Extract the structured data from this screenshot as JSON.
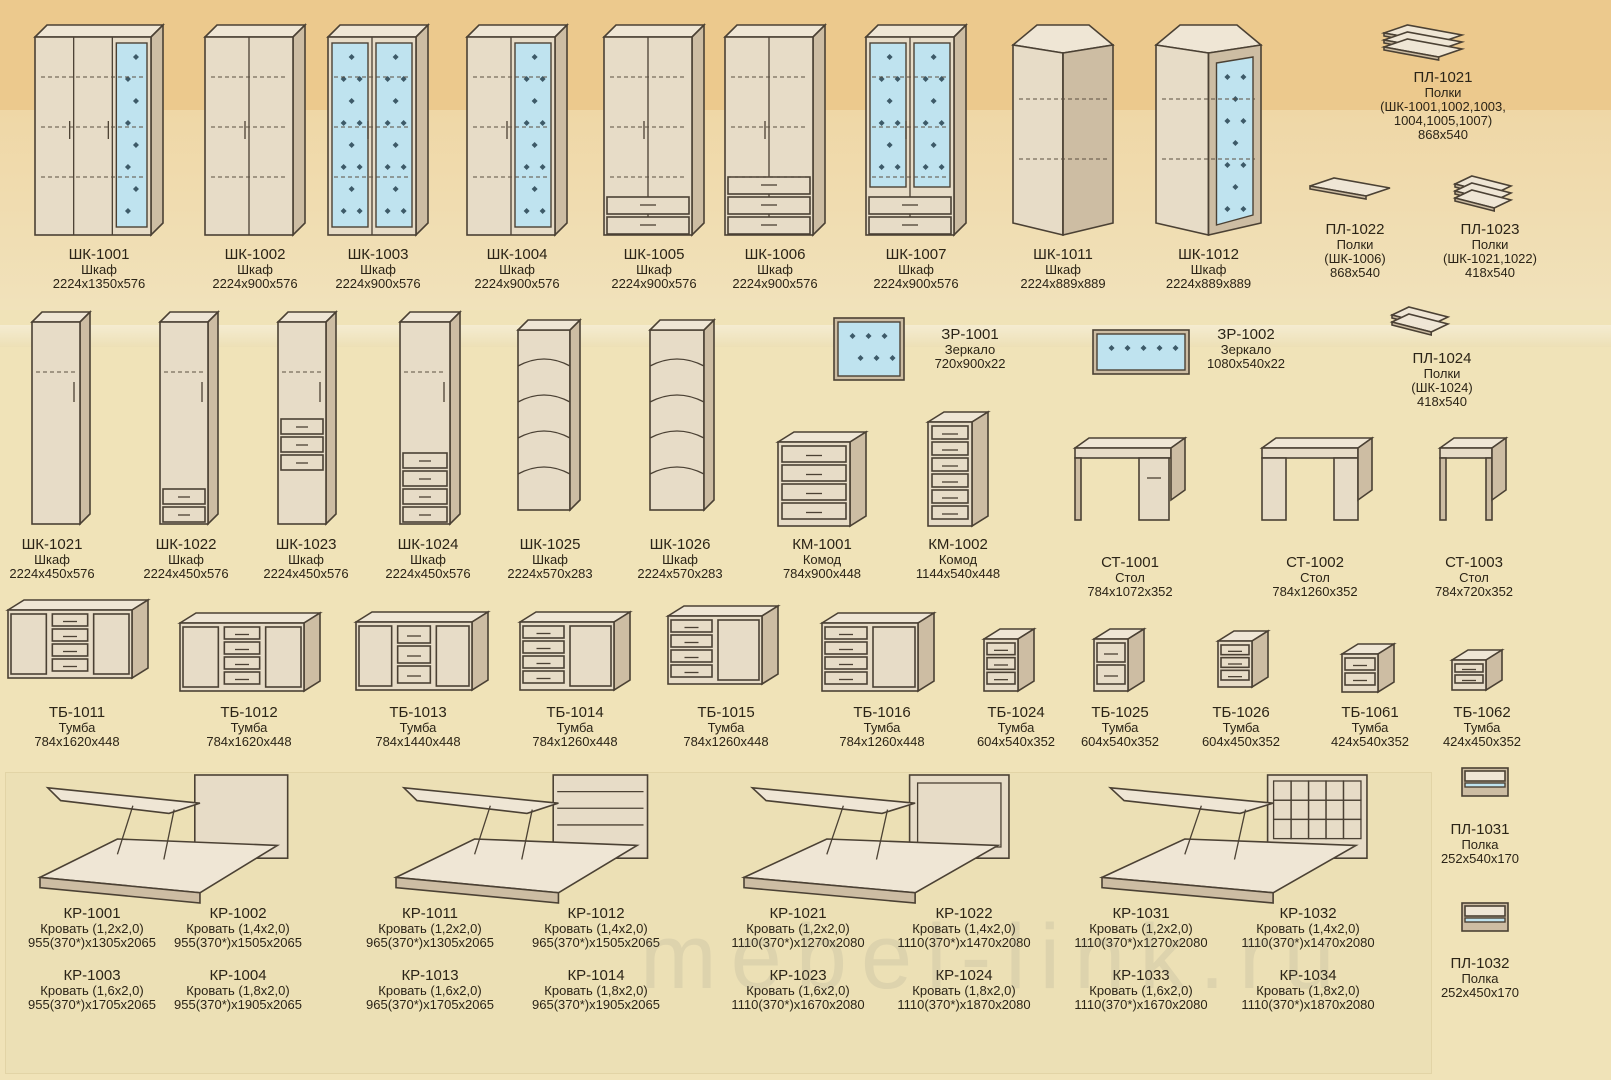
{
  "catalog": {
    "row1": [
      {
        "code": "ШК-1001",
        "name": "Шкаф",
        "size": "2224x1350x576",
        "icon": "wardrobe-3door-mirror-icon"
      },
      {
        "code": "ШК-1002",
        "name": "Шкаф",
        "size": "2224x900x576",
        "icon": "wardrobe-2door-icon"
      },
      {
        "code": "ШК-1003",
        "name": "Шкаф",
        "size": "2224x900x576",
        "icon": "wardrobe-2door-mirror-icon"
      },
      {
        "code": "ШК-1004",
        "name": "Шкаф",
        "size": "2224x900x576",
        "icon": "wardrobe-door-mirror-icon"
      },
      {
        "code": "ШК-1005",
        "name": "Шкаф",
        "size": "2224x900x576",
        "icon": "wardrobe-2door-drawer-icon"
      },
      {
        "code": "ШК-1006",
        "name": "Шкаф",
        "size": "2224x900x576",
        "icon": "wardrobe-2door-3drawer-icon"
      },
      {
        "code": "ШК-1007",
        "name": "Шкаф",
        "size": "2224x900x576",
        "icon": "wardrobe-mirror-drawer-icon"
      },
      {
        "code": "ШК-1011",
        "name": "Шкаф",
        "size": "2224x889x889",
        "icon": "corner-wardrobe-icon"
      },
      {
        "code": "ШК-1012",
        "name": "Шкаф",
        "size": "2224x889x889",
        "icon": "corner-wardrobe-mirror-icon"
      }
    ],
    "shelves_top": [
      {
        "code": "ПЛ-1021",
        "name": "Полки",
        "note": "(ШК-1001,1002,1003,\n1004,1005,1007)",
        "size": "868x540"
      },
      {
        "code": "ПЛ-1022",
        "name": "Полки",
        "note": "(ШК-1006)",
        "size": "868x540"
      },
      {
        "code": "ПЛ-1023",
        "name": "Полки",
        "note": "(ШК-1021,1022)",
        "size": "418x540"
      },
      {
        "code": "ПЛ-1024",
        "name": "Полки",
        "note": "(ШК-1024)",
        "size": "418x540"
      }
    ],
    "mirrors": [
      {
        "code": "ЗР-1001",
        "name": "Зеркало",
        "size": "720x900x22"
      },
      {
        "code": "ЗР-1002",
        "name": "Зеркало",
        "size": "1080x540x22"
      }
    ],
    "row2": [
      {
        "code": "ШК-1021",
        "name": "Шкаф",
        "size": "2224x450x576"
      },
      {
        "code": "ШК-1022",
        "name": "Шкаф",
        "size": "2224x450x576"
      },
      {
        "code": "ШК-1023",
        "name": "Шкаф",
        "size": "2224x450x576"
      },
      {
        "code": "ШК-1024",
        "name": "Шкаф",
        "size": "2224x450x576"
      },
      {
        "code": "ШК-1025",
        "name": "Шкаф",
        "size": "2224x570x283"
      },
      {
        "code": "ШК-1026",
        "name": "Шкаф",
        "size": "2224x570x283"
      },
      {
        "code": "КМ-1001",
        "name": "Комод",
        "size": "784x900x448"
      },
      {
        "code": "КМ-1002",
        "name": "Комод",
        "size": "1144x540x448"
      }
    ],
    "tables": [
      {
        "code": "СТ-1001",
        "name": "Стол",
        "size": "784x1072x352"
      },
      {
        "code": "СТ-1002",
        "name": "Стол",
        "size": "784x1260x352"
      },
      {
        "code": "СТ-1003",
        "name": "Стол",
        "size": "784x720x352"
      }
    ],
    "row3": [
      {
        "code": "ТБ-1011",
        "name": "Тумба",
        "size": "784x1620x448"
      },
      {
        "code": "ТБ-1012",
        "name": "Тумба",
        "size": "784x1620x448"
      },
      {
        "code": "ТБ-1013",
        "name": "Тумба",
        "size": "784x1440x448"
      },
      {
        "code": "ТБ-1014",
        "name": "Тумба",
        "size": "784x1260x448"
      },
      {
        "code": "ТБ-1015",
        "name": "Тумба",
        "size": "784x1260x448"
      },
      {
        "code": "ТБ-1016",
        "name": "Тумба",
        "size": "784x1260x448"
      },
      {
        "code": "ТБ-1024",
        "name": "Тумба",
        "size": "604x540x352"
      },
      {
        "code": "ТБ-1025",
        "name": "Тумба",
        "size": "604x540x352"
      },
      {
        "code": "ТБ-1026",
        "name": "Тумба",
        "size": "604x450x352"
      },
      {
        "code": "ТБ-1061",
        "name": "Тумба",
        "size": "424x540x352"
      },
      {
        "code": "ТБ-1062",
        "name": "Тумба",
        "size": "424x450x352"
      }
    ],
    "shelves_wall": [
      {
        "code": "ПЛ-1031",
        "name": "Полка",
        "size": "252x540x170"
      },
      {
        "code": "ПЛ-1032",
        "name": "Полка",
        "size": "252x450x170"
      }
    ],
    "beds": [
      {
        "code": "КР-1001",
        "name": "Кровать (1,2x2,0)",
        "size": "955(370*)x1305x2065"
      },
      {
        "code": "КР-1002",
        "name": "Кровать (1,4x2,0)",
        "size": "955(370*)x1505x2065"
      },
      {
        "code": "КР-1003",
        "name": "Кровать (1,6x2,0)",
        "size": "955(370*)x1705x2065"
      },
      {
        "code": "КР-1004",
        "name": "Кровать (1,8x2,0)",
        "size": "955(370*)x1905x2065"
      },
      {
        "code": "КР-1011",
        "name": "Кровать (1,2x2,0)",
        "size": "965(370*)x1305x2065"
      },
      {
        "code": "КР-1012",
        "name": "Кровать (1,4x2,0)",
        "size": "965(370*)x1505x2065"
      },
      {
        "code": "КР-1013",
        "name": "Кровать (1,6x2,0)",
        "size": "965(370*)x1705x2065"
      },
      {
        "code": "КР-1014",
        "name": "Кровать (1,8x2,0)",
        "size": "965(370*)x1905x2065"
      },
      {
        "code": "КР-1021",
        "name": "Кровать (1,2x2,0)",
        "size": "1110(370*)x1270x2080"
      },
      {
        "code": "КР-1022",
        "name": "Кровать (1,4x2,0)",
        "size": "1110(370*)x1470x2080"
      },
      {
        "code": "КР-1023",
        "name": "Кровать (1,6x2,0)",
        "size": "1110(370*)x1670x2080"
      },
      {
        "code": "КР-1024",
        "name": "Кровать (1,8x2,0)",
        "size": "1110(370*)x1870x2080"
      },
      {
        "code": "КР-1031",
        "name": "Кровать (1,2x2,0)",
        "size": "1110(370*)x1270x2080"
      },
      {
        "code": "КР-1032",
        "name": "Кровать (1,4x2,0)",
        "size": "1110(370*)x1470x2080"
      },
      {
        "code": "КР-1033",
        "name": "Кровать (1,6x2,0)",
        "size": "1110(370*)x1670x2080"
      },
      {
        "code": "КР-1034",
        "name": "Кровать (1,8x2,0)",
        "size": "1110(370*)x1870x2080"
      }
    ],
    "watermark": "mebel-link.ru"
  }
}
